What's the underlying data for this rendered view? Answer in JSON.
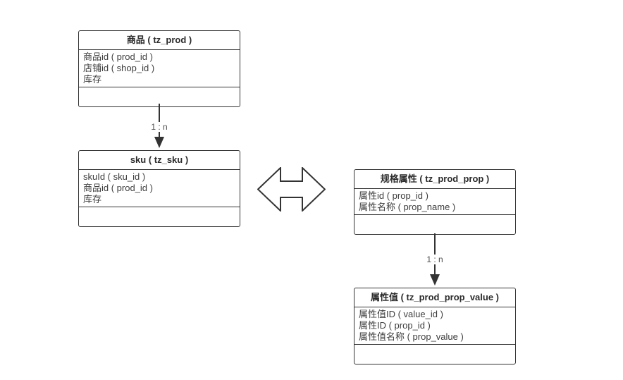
{
  "diagram": {
    "tables": [
      {
        "id": "tz_prod",
        "title": "商品 ( tz_prod )",
        "fields": [
          "商品id ( prod_id )",
          "店铺id ( shop_id )",
          "库存"
        ]
      },
      {
        "id": "tz_sku",
        "title": "sku ( tz_sku )",
        "fields": [
          "skuId ( sku_id )",
          "商品id ( prod_id )",
          "库存"
        ]
      },
      {
        "id": "tz_prod_prop",
        "title": "规格属性 ( tz_prod_prop )",
        "fields": [
          "属性id ( prop_id )",
          "属性名称 ( prop_name )"
        ]
      },
      {
        "id": "tz_prod_prop_value",
        "title": "属性值 ( tz_prod_prop_value )",
        "fields": [
          "属性值ID ( value_id )",
          "属性ID ( prop_id )",
          "属性值名称 ( prop_value )"
        ]
      }
    ],
    "relations": [
      {
        "from": "tz_prod",
        "to": "tz_sku",
        "label": "1 : n"
      },
      {
        "from": "tz_prod_prop",
        "to": "tz_prod_prop_value",
        "label": "1 : n"
      }
    ],
    "colors": {
      "border": "#333333",
      "text": "#3d3d3d",
      "relation_label": "#4d4d4d",
      "background": "#ffffff",
      "arrow_fill": "#ffffff"
    }
  }
}
